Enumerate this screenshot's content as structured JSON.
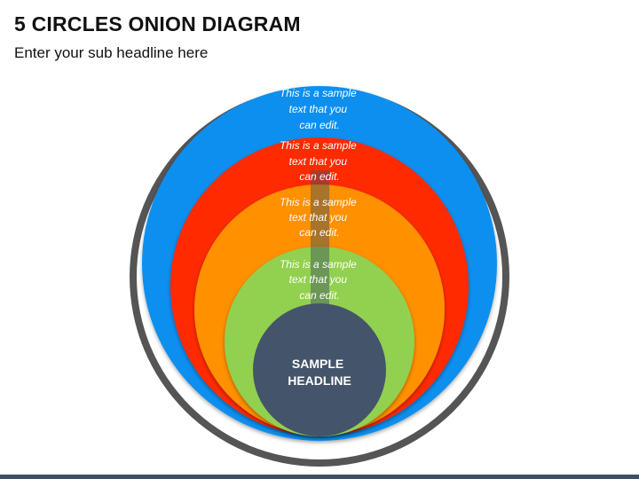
{
  "header": {
    "title": "5 CIRCLES ONION DIAGRAM",
    "subtitle": "Enter your sub headline here"
  },
  "rings": [
    {
      "name": "ring-blue",
      "color": "#0a8fef",
      "text": [
        "This is a sample",
        "text that you",
        "can edit."
      ]
    },
    {
      "name": "ring-red",
      "color": "#ff2a00",
      "text": [
        "This is a sample",
        "text that you",
        "can edit."
      ]
    },
    {
      "name": "ring-orange",
      "color": "#ff9000",
      "text": [
        "This is a sample",
        "text that you",
        "can edit."
      ]
    },
    {
      "name": "ring-green",
      "color": "#92d050",
      "text": [
        "This is a sample",
        "text that you",
        "can edit."
      ]
    }
  ],
  "core": {
    "color": "#44546a",
    "text": [
      "SAMPLE",
      "HEADLINE"
    ]
  },
  "outer_border_color": "#555555",
  "arrow_color": "#3f4f5f"
}
